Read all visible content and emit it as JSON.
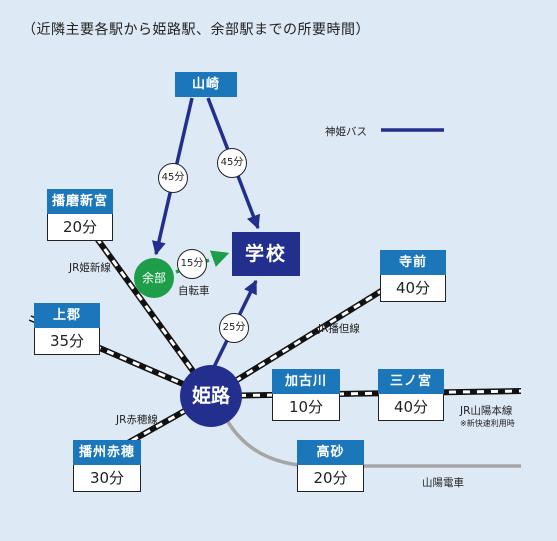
{
  "title": "（近隣主要各駅から姫路駅、余部駅までの所要時間）",
  "legend": {
    "label": "神姫バス",
    "color": "#232f8c"
  },
  "school": "学校",
  "hubs": {
    "himeji": "姫路",
    "yobe": "余部"
  },
  "stations": {
    "yamasaki": {
      "name": "山崎"
    },
    "harima_shingu": {
      "name": "播磨新宮",
      "time": "20分"
    },
    "kamigori": {
      "name": "上郡",
      "time": "35分"
    },
    "banshu_ako": {
      "name": "播州赤穂",
      "time": "30分"
    },
    "teramae": {
      "name": "寺前",
      "time": "40分"
    },
    "kakogawa": {
      "name": "加古川",
      "time": "10分"
    },
    "sannomiya": {
      "name": "三ノ宮",
      "time": "40分"
    },
    "takasago": {
      "name": "高砂",
      "time": "20分"
    }
  },
  "bus_times": {
    "yamasaki_yobe": "45分",
    "yamasaki_school": "45分",
    "himeji_school": "25分",
    "yobe_school": "15分"
  },
  "lines": {
    "kishin": "JR姫新線",
    "bantan": "JR播但線",
    "ako": "JR赤穂線",
    "sanyo": "JR山陽本線",
    "sanyo_note": "※新快速利用時",
    "sanyo_dentetsu": "山陽電車"
  },
  "bicycle": "自転車",
  "colors": {
    "bus": "#232f8c",
    "station": "#1b77b9",
    "hub_green": "#1f9e4a",
    "rail_gray": "#a6a6a6"
  }
}
